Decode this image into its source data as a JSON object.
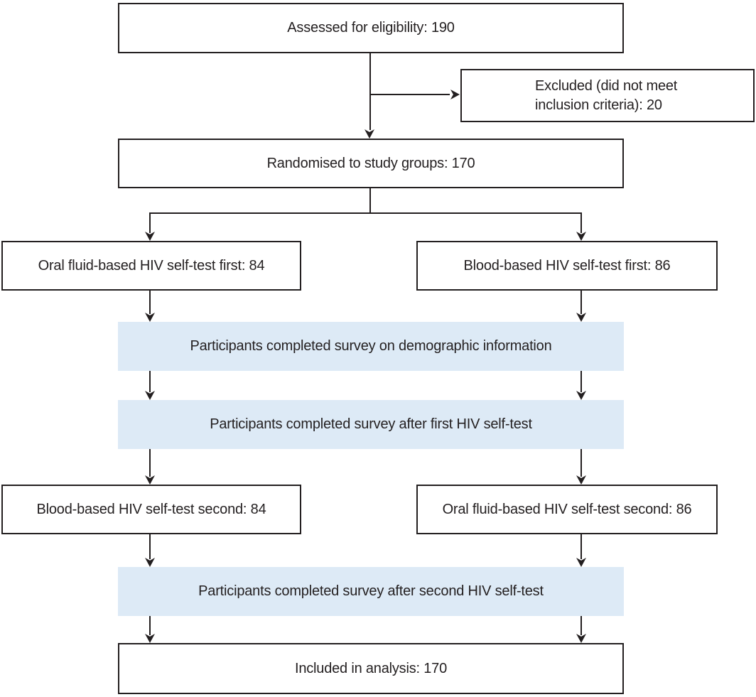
{
  "colors": {
    "outline": "#231f20",
    "text": "#231f20",
    "arrow": "#231f20",
    "highlight_fill": "#ddeaf6",
    "background": "#ffffff"
  },
  "boxes": {
    "assessed": {
      "label": "Assessed for eligibility: 190"
    },
    "excluded": {
      "label": "Excluded (did not meet inclusion criteria): 20"
    },
    "randomised": {
      "label": "Randomised to study groups: 170"
    },
    "oral_first": {
      "label": "Oral fluid-based HIV self-test first: 84"
    },
    "blood_first": {
      "label": "Blood-based HIV self-test first: 86"
    },
    "survey_demographic": {
      "label": "Participants completed survey on demographic information"
    },
    "survey_after_first": {
      "label": "Participants completed survey after first HIV self-test"
    },
    "blood_second": {
      "label": "Blood-based HIV self-test second: 84"
    },
    "oral_second": {
      "label": "Oral fluid-based HIV self-test second: 86"
    },
    "survey_after_second": {
      "label": "Participants completed survey after second HIV self-test"
    },
    "included": {
      "label": "Included in analysis: 170"
    }
  }
}
